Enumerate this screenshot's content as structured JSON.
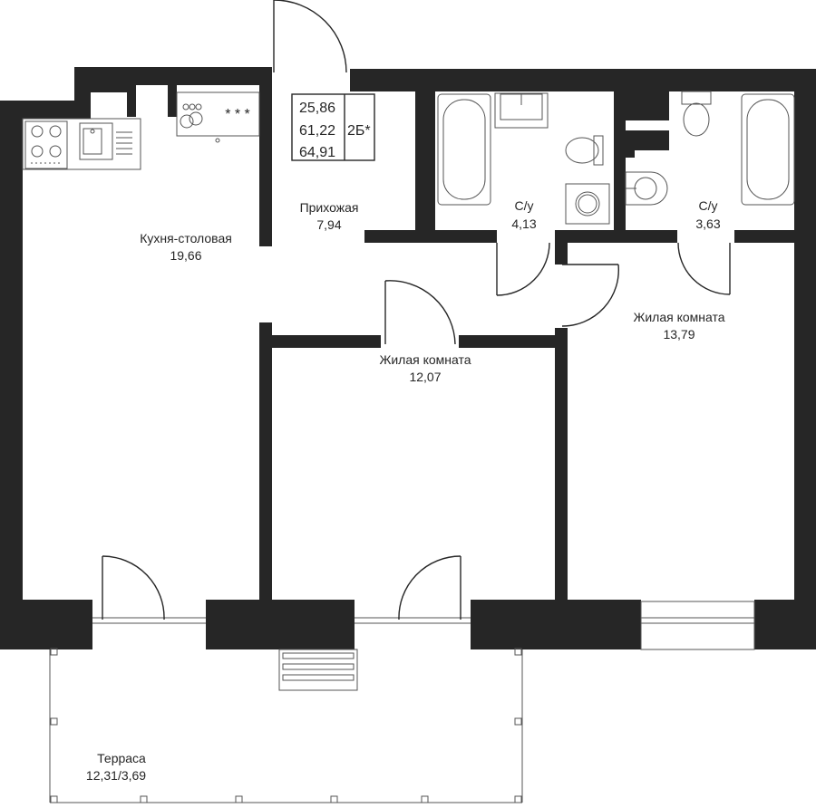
{
  "summary": {
    "living_area": "25,86",
    "total_area": "61,22",
    "total_with_terrace": "64,91",
    "type": "2Б*"
  },
  "rooms": {
    "kitchen": {
      "name": "Кухня-столовая",
      "area": "19,66"
    },
    "hallway": {
      "name": "Прихожая",
      "area": "7,94"
    },
    "bath1": {
      "name": "С/у",
      "area": "4,13"
    },
    "bath2": {
      "name": "С/у",
      "area": "3,63"
    },
    "bedroom1": {
      "name": "Жилая комната",
      "area": "12,07"
    },
    "bedroom2": {
      "name": "Жилая комната",
      "area": "13,79"
    },
    "terrace": {
      "name": "Терраса",
      "area": "12,31/3,69"
    }
  },
  "icons": {
    "stove": "four-burner-stove-icon",
    "sink": "kitchen-sink-icon",
    "water": "water-drops-icon",
    "hob": "three-star-hob-icon",
    "bathtub": "bathtub-icon",
    "toilet": "toilet-icon",
    "washbasin": "washbasin-icon",
    "washer": "washing-machine-icon"
  },
  "colors": {
    "wall": "#262626",
    "background": "#ffffff"
  }
}
